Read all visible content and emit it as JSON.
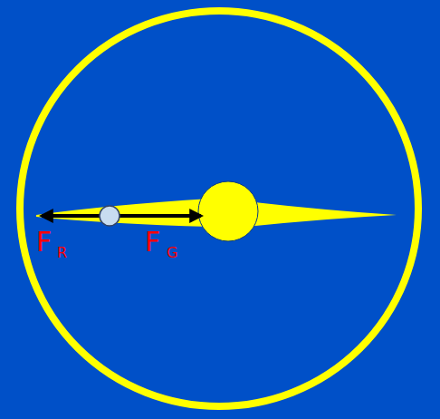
{
  "diagram": {
    "labels": [
      "F",
      "R",
      "F",
      "G"
    ]
  }
}
